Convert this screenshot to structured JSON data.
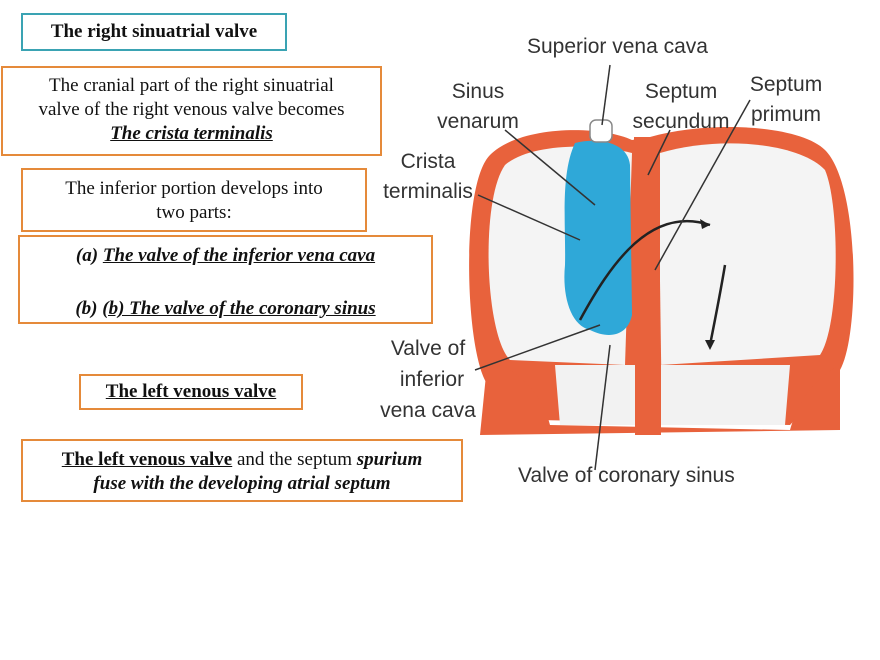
{
  "colors": {
    "teal_border": "#3aa3b3",
    "orange_border": "#e58a3a",
    "tissue": "#e8623c",
    "sinus": "#2fa8d8"
  },
  "title": "The right sinuatrial valve",
  "cranial": {
    "line1": "The cranial part of the right sinuatrial",
    "line2": "valve of the right venous valve becomes",
    "emphasis": "The crista terminalis"
  },
  "inferior": {
    "line1": "The inferior portion develops into",
    "line2": "two parts:"
  },
  "valves": {
    "a_prefix": "(a)",
    "a_text": "The valve of the inferior vena cava",
    "b_prefix": "(b)",
    "b_text": "(b) The valve of the coronary sinus"
  },
  "left_valve": {
    "title": "The left venous valve",
    "desc_bold": "The left venous valve",
    "desc_mid": " and the septum ",
    "desc_italic": "spurium",
    "desc_line2": "fuse with the developing atrial septum"
  },
  "diagram": {
    "labels": {
      "svc": "Superior vena cava",
      "sinus1": "Sinus",
      "sinus2": "venarum",
      "sept_sec1": "Septum",
      "sept_sec2": "secundum",
      "sept_pri1": "Septum",
      "sept_pri2": "primum",
      "crista1": "Crista",
      "crista2": "terminalis",
      "ivc1": "Valve of",
      "ivc2": "inferior",
      "ivc3": "vena cava",
      "coronary": "Valve of coronary sinus"
    }
  }
}
